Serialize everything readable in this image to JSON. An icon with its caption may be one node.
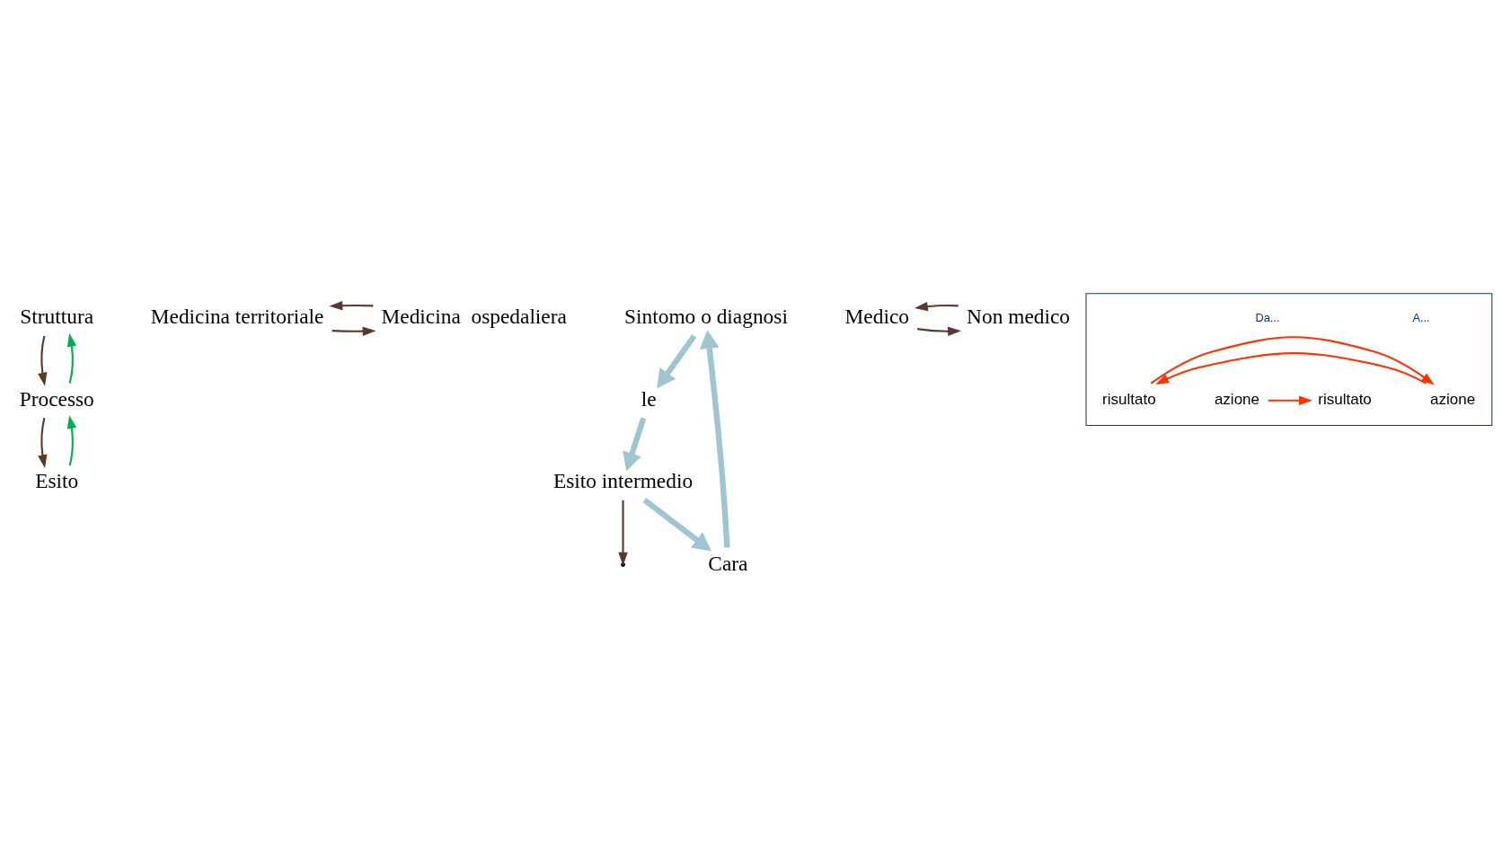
{
  "diagram": {
    "nodes": [
      {
        "text": [
          "Struttura"
        ]
      },
      {
        "text": [
          "Medicina territoriale"
        ]
      },
      {
        "text": [
          "Medicina  ospedaliera"
        ]
      },
      {
        "text": [
          "Processo"
        ]
      },
      {
        "text": [
          "Esito"
        ]
      },
      {
        "text": [
          "Sintomo o diagnosi"
        ]
      },
      {
        "text": [
          "Cara"
        ]
      },
      {
        "text": [
          "le"
        ]
      },
      {
        "text": [
          "Esito intermedio"
        ]
      },
      {
        "text": [
          "Medico"
        ]
      },
      {
        "text": [
          "Non medico"
        ]
      },
      {
        "text": [],
        "shape": "box"
      },
      {
        "text": [
          "azione"
        ],
        "in": 11
      },
      {
        "text": [
          "risultato"
        ],
        "in": 11
      },
      {
        "text": [
          "azione"
        ],
        "in": 11
      },
      {
        "text": [
          "risultato"
        ],
        "in": 11
      }
    ],
    "edges": [
      {
        "from": 1,
        "to": 2,
        "arrow": "to"
      },
      {
        "from": 2,
        "to": 1,
        "arrow": "to"
      },
      {
        "from": 0,
        "to": 3,
        "arrow": "to"
      },
      {
        "from": 3,
        "to": 0,
        "arrow": "to",
        "color": "#00b050"
      },
      {
        "from": 3,
        "to": 4,
        "arrow": "to"
      },
      {
        "from": 4,
        "to": 3,
        "arrow": "to",
        "color": "#00b050"
      },
      {
        "from": 6,
        "to": 5,
        "arrow": "to",
        "style": "thick",
        "color": "#9fc5d0"
      },
      {
        "from": 5,
        "to": 7,
        "arrow": "to",
        "style": "thick",
        "color": "#9fc5d0"
      },
      {
        "from": 7,
        "to": 8,
        "arrow": "to",
        "style": "thick",
        "color": "#9fc5d0"
      },
      {
        "from": 8,
        "to": 6,
        "arrow": "to",
        "style": "thick",
        "color": "#9fc5d0"
      },
      {
        "from": 8,
        "to": null,
        "arrow": "to"
      },
      {
        "from": 9,
        "to": 10,
        "arrow": "to"
      },
      {
        "from": 10,
        "to": 9,
        "arrow": "to"
      },
      {
        "from": 12,
        "to": 13,
        "arrow": "to",
        "color": "#ff3300"
      },
      {
        "from": 14,
        "to": 15,
        "arrow": "to",
        "color": "#ff3300"
      },
      {
        "from": 15,
        "to": 14,
        "arrow": "to",
        "color": "#ff3300"
      }
    ],
    "labels": [
      "Da...",
      "A..."
    ]
  }
}
